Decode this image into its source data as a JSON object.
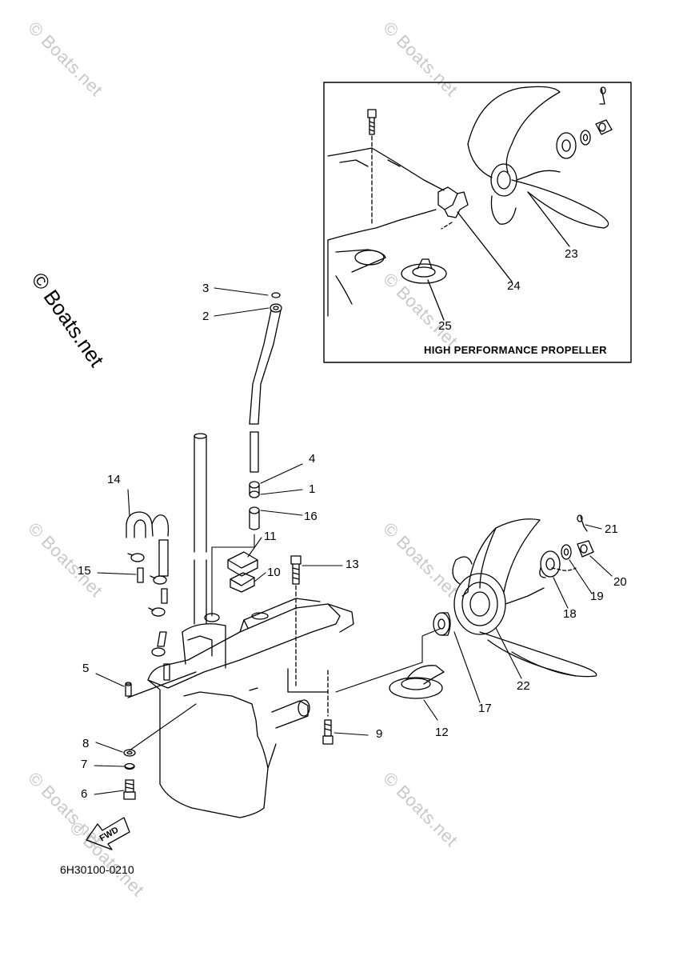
{
  "inset": {
    "title": "HIGH PERFORMANCE PROPELLER"
  },
  "watermarks": {
    "side": "© Boats.net",
    "tile": "© Boats.net"
  },
  "fwd_label": "FWD",
  "diagram_code": "6H30100-0210",
  "callouts": {
    "p1": "1",
    "p2": "2",
    "p3": "3",
    "p4": "4",
    "p5": "5",
    "p6": "6",
    "p7": "7",
    "p8": "8",
    "p9": "9",
    "p10": "10",
    "p11": "11",
    "p12": "12",
    "p13": "13",
    "p14": "14",
    "p15": "15",
    "p16": "16",
    "p17": "17",
    "p18": "18",
    "p19": "19",
    "p20": "20",
    "p21": "21",
    "p22": "22",
    "p23": "23",
    "p24": "24",
    "p25": "25"
  },
  "colors": {
    "line": "#000000",
    "watermark": "#c8c8c8",
    "background": "#ffffff"
  }
}
